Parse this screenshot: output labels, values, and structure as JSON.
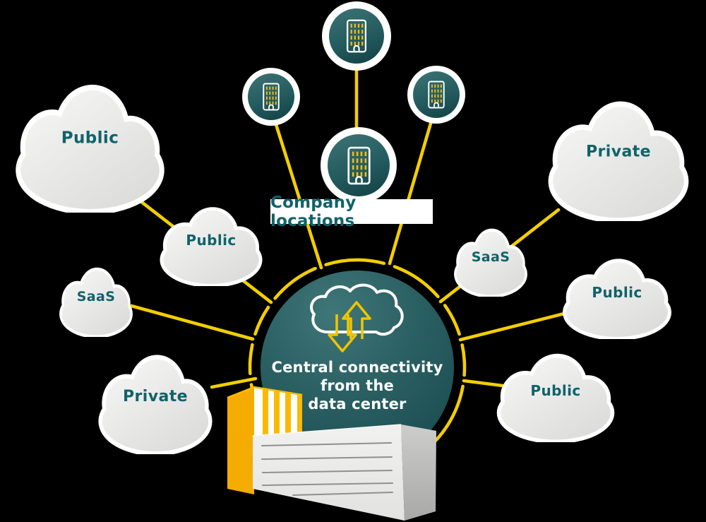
{
  "diagram": {
    "company_locations_label": "Company locations",
    "central_hub": {
      "text_lines": [
        "Central connectivity",
        "from the",
        "data center"
      ],
      "icon": "cloud-transfer-arrows-icon"
    },
    "clouds": [
      {
        "label": "Public",
        "position": "top-left",
        "size": "large"
      },
      {
        "label": "Public",
        "position": "mid-left",
        "size": "medium"
      },
      {
        "label": "SaaS",
        "position": "left",
        "size": "small"
      },
      {
        "label": "Private",
        "position": "bottom-left",
        "size": "medium"
      },
      {
        "label": "Private",
        "position": "top-right",
        "size": "large"
      },
      {
        "label": "SaaS",
        "position": "mid-right",
        "size": "small"
      },
      {
        "label": "Public",
        "position": "right",
        "size": "medium"
      },
      {
        "label": "Public",
        "position": "bottom-right",
        "size": "medium"
      }
    ],
    "company_location_nodes": [
      {
        "icon": "office-building-icon",
        "position": "top-center"
      },
      {
        "icon": "office-building-icon",
        "position": "upper-left"
      },
      {
        "icon": "office-building-icon",
        "position": "upper-right"
      },
      {
        "icon": "office-building-icon",
        "position": "center-large"
      }
    ],
    "data_center": {
      "icon": "data-center-building-icon"
    },
    "colors": {
      "background": "#000000",
      "hub_teal_light": "#3f7678",
      "hub_teal_dark": "#16474b",
      "teal_text": "#10626a",
      "connector_yellow": "#f3ce00",
      "building_amber": "#f9b200",
      "window_yellow": "#efbb1e",
      "cloud_gray_light": "#f6f6f5",
      "cloud_gray_dark": "#dcdcdb",
      "white": "#ffffff"
    }
  }
}
